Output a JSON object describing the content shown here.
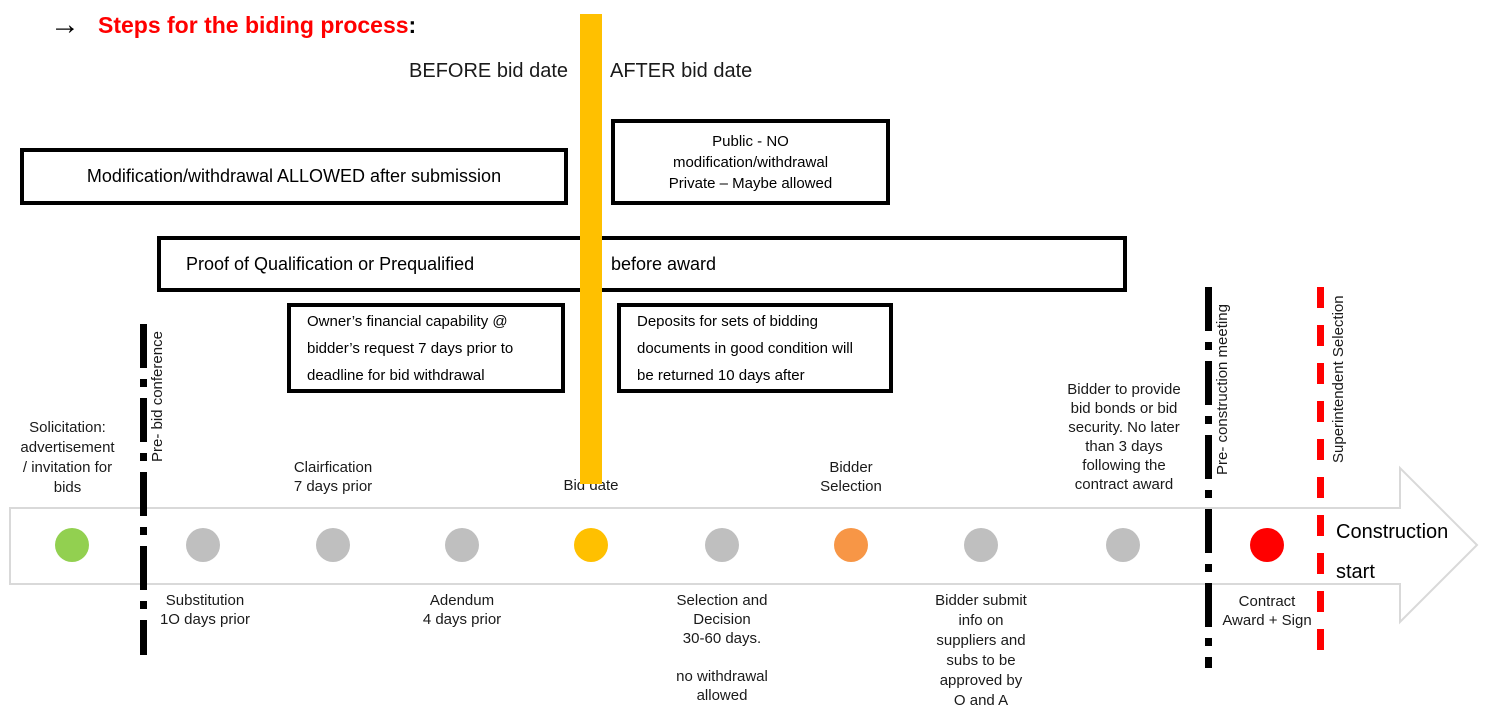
{
  "title": {
    "arrow_icon": "→",
    "text": "Steps for the biding process",
    "colon": ":",
    "color": "#ff0000"
  },
  "phases": {
    "before": "BEFORE bid date",
    "after": "AFTER bid date",
    "divider_color": "#ffc000"
  },
  "callouts": {
    "modification": "Modification/withdrawal ALLOWED after submission",
    "public_private": "Public - NO\nmodification/withdrawal\nPrivate – Maybe allowed",
    "proof_left": "Proof of Qualification or Prequalified",
    "proof_right": "before award",
    "owner_financial": "Owner’s financial capability @\nbidder’s request 7 days prior to\ndeadline for bid withdrawal",
    "deposits": "Deposits for sets of bidding\ndocuments in good condition will\nbe returned 10 days after"
  },
  "dividers": {
    "pre_bid_conference": {
      "label": "Pre- bid conference",
      "color": "#000000"
    },
    "pre_construction_meeting": {
      "label": "Pre- construction meeting",
      "color": "#000000"
    },
    "superintendent_selection": {
      "label": "Superintendent Selection",
      "color": "#ff0000"
    }
  },
  "timeline": {
    "band_outline_color": "#d9d9d9",
    "construction_start": "Construction\nstart",
    "milestones": [
      {
        "name": "solicitation",
        "color": "#92d050",
        "label": "Solicitation:\nadvertisement\n/ invitation for\nbids"
      },
      {
        "name": "substitution",
        "color": "#bfbfbf",
        "label": "Substitution\n1O days prior"
      },
      {
        "name": "clarification",
        "color": "#bfbfbf",
        "label": "Clairfication\n7 days prior"
      },
      {
        "name": "addendum",
        "color": "#bfbfbf",
        "label": "Adendum\n4 days prior"
      },
      {
        "name": "bid-date",
        "color": "#ffc000",
        "label": "Bid date"
      },
      {
        "name": "selection-decision",
        "color": "#bfbfbf",
        "label": "Selection and\nDecision\n30-60 days.\n\nno withdrawal\nallowed"
      },
      {
        "name": "bidder-selection",
        "color": "#f79646",
        "label": "Bidder\nSelection"
      },
      {
        "name": "bidder-submit",
        "color": "#bfbfbf",
        "label": "Bidder submit\ninfo on\nsuppliers and\nsubs  to be\napproved by\nO and A"
      },
      {
        "name": "bid-bonds",
        "color": "#bfbfbf",
        "label": "Bidder to provide\nbid bonds or bid\nsecurity. No later\nthan 3 days\nfollowing the\ncontract award"
      },
      {
        "name": "contract-award",
        "color": "#ff0000",
        "label": "Contract\nAward + Sign"
      }
    ]
  }
}
